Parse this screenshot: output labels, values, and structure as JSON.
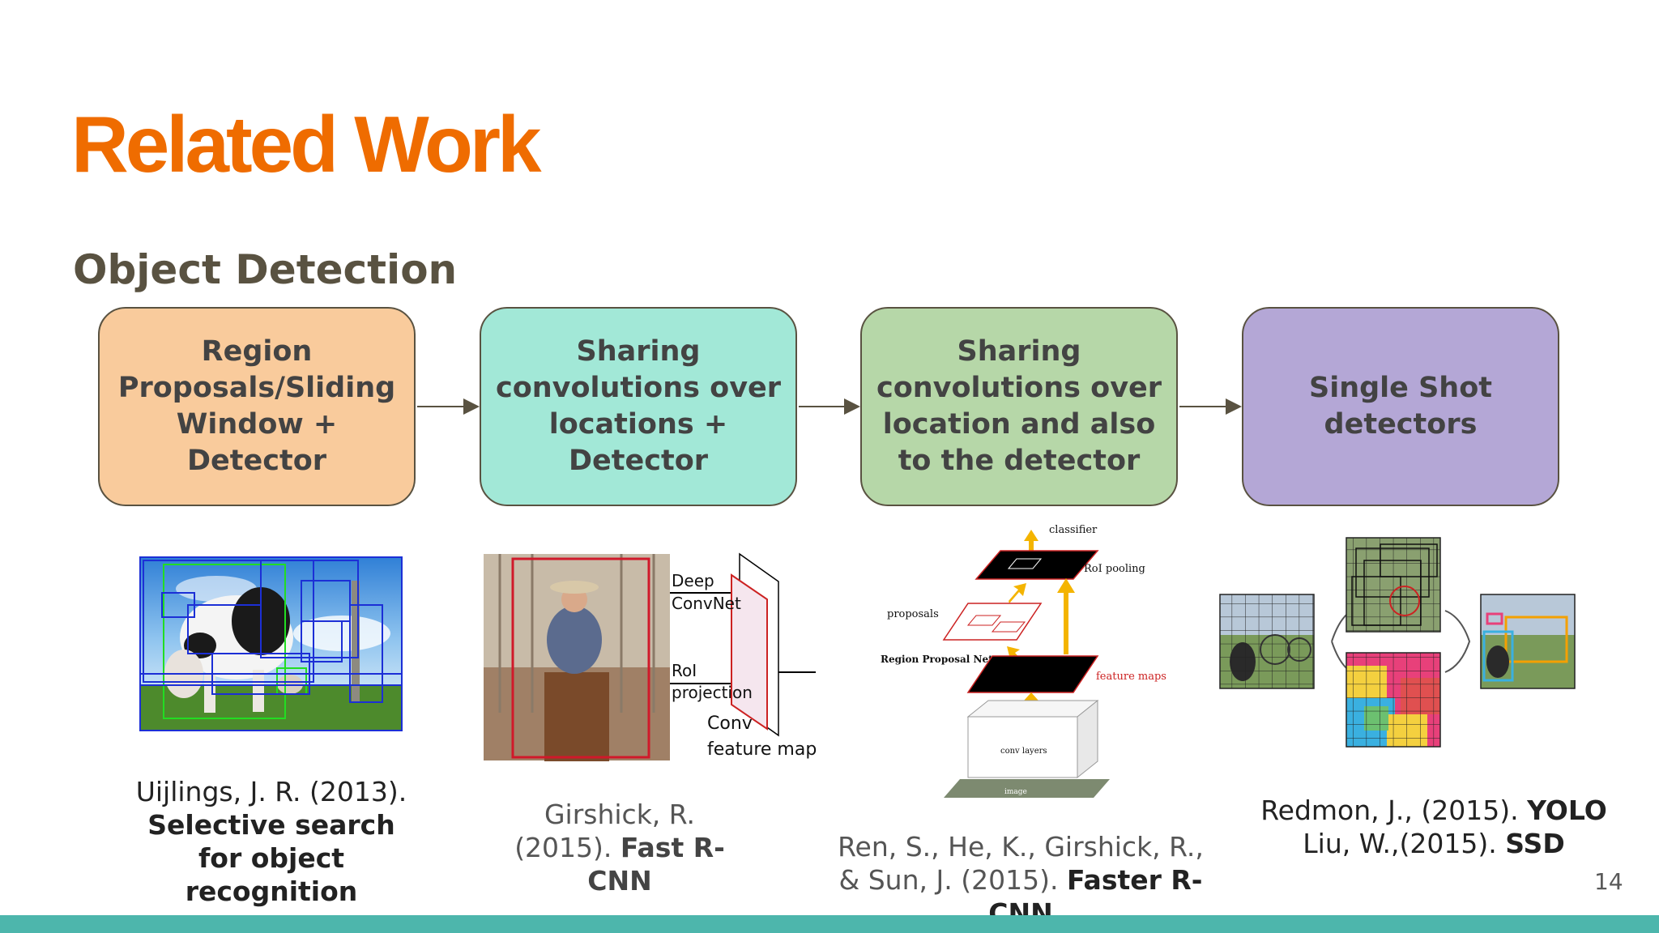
{
  "slide": {
    "title": "Related Work",
    "subtitle": "Object Detection",
    "page_number": "14"
  },
  "stages": [
    {
      "label": "Region Proposals/Sliding Window + Detector",
      "color": "#f9cb9c"
    },
    {
      "label": "Sharing convolutions over locations + Detector",
      "color": "#a2e8d7"
    },
    {
      "label": "Sharing convolutions over location and also to the detector",
      "color": "#b6d7a8"
    },
    {
      "label": "Single Shot detectors",
      "color": "#b4a7d6"
    }
  ],
  "figures": {
    "fast_rcnn": {
      "deep_label": "Deep",
      "convnet_label": "ConvNet",
      "roi_label": "RoI",
      "projection_label": "projection",
      "conv_label": "Conv",
      "feature_map_label": "feature map"
    },
    "faster_rcnn": {
      "classifier_label": "classifier",
      "roi_pooling_label": "RoI pooling",
      "proposals_label": "proposals",
      "rpn_label": "Region Proposal Network",
      "feature_maps_label": "feature maps",
      "conv_layers_label": "conv layers",
      "image_label": "image"
    }
  },
  "citations": [
    {
      "author": "Uijlings, J. R. (2013).",
      "work": "Selective search for object recognition"
    },
    {
      "author": "Girshick, R. (2015).",
      "work": "Fast R-CNN"
    },
    {
      "author": "Ren, S., He, K., Girshick, R., & Sun, J. (2015).",
      "work": "Faster R-CNN"
    },
    {
      "author1": "Redmon, J., (2015).",
      "work1": "YOLO",
      "author2": "Liu, W.,(2015).",
      "work2": "SSD"
    }
  ],
  "colors": {
    "title": "#ef6c00",
    "subtitle": "#595241",
    "footer": "#4db6ac",
    "arrow": "#595241"
  }
}
